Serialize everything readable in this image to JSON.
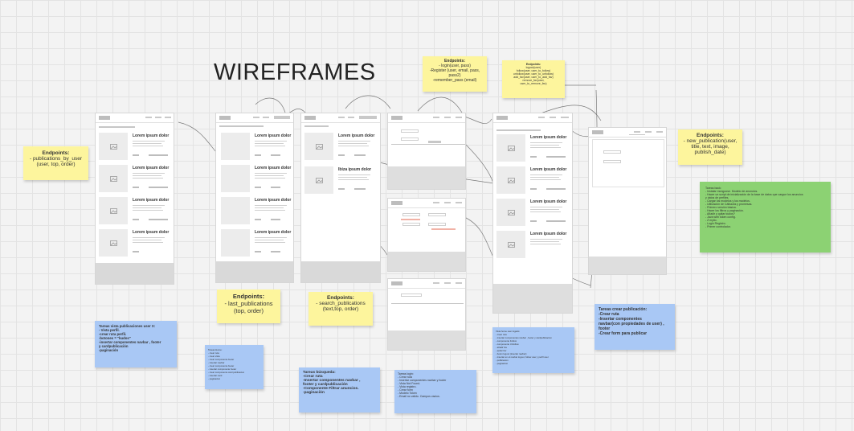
{
  "board": {
    "title": "WIREFRAMES"
  },
  "frames": [
    {
      "id": "f1",
      "cards": [
        "Lorem ipsum dolor",
        "Lorem ipsum dolor",
        "Lorem ipsum dolor",
        "Lorem ipsum dolor"
      ]
    },
    {
      "id": "f2",
      "cards": [
        "Lorem ipsum dolor",
        "Lorem ipsum dolor",
        "Lorem ipsum dolor",
        "Lorem ipsum dolor"
      ]
    },
    {
      "id": "f3",
      "cards": [
        "Lorem ipsum dolor",
        "Ibiza ipsum dolor"
      ]
    },
    {
      "id": "f5",
      "cards": [
        "Lorem ipsum dolor",
        "Lorem ipsum dolor",
        "Lorem ipsum dolor",
        "Lorem ipsum dolor"
      ]
    }
  ],
  "stickies": {
    "endpoints_user": {
      "title": "Endpoints:",
      "body": "- publications_by_user\n(user, top, order)"
    },
    "endpoints_last": {
      "title": "Endpoints:",
      "body": "- last_publications\n(top, order)"
    },
    "endpoints_search": {
      "title": "Endpoints:",
      "body": "- search_publications\n(text,top, order)"
    },
    "endpoints_auth": {
      "title": "Endpoints:",
      "body": "- login(user, pass)\n-Register (user, email, pass,\npass2)\n-remember_pass (email)"
    },
    "endpoints_social": {
      "title": "Endpoints:",
      "body": "logout(user)\nfollow(user, user_to_follow)\nunfollow(user, user_to_unfollow)\nadd_fav(user, user_to_add_fav)\nremove_fav(user,\nuser_to_remove_fav)"
    },
    "endpoints_new": {
      "title": "Endpoints:",
      "body": "- new_publication(user,\ntitle, text, image,\npublish_date)"
    },
    "tareas_user": {
      "title": "",
      "body": "Tareas vista publicaciones user X:\n- Vista perfil.\n-crear ruta perfil.\n-botones = \"kudos\"\n-insertar componentes navbar , footer\ny cardpublicación\n-paginación"
    },
    "tareas_home": {
      "title": "",
      "body": "Tareas Home:\n- crear ruta\n- crear vista\n- crear componente footer\n- insertar navbar\n- crear componente footer\n- insertar componente footer\n- crear componente card publicacion\n- insertar card\n- paginacion"
    },
    "tareas_busqueda": {
      "title": "",
      "body": "Tareas búsqueda:\n-Crear ruta\n-Insertar componentes navbar ,\nfooter y cardpublicación\n-Componente Filtrar anuncios.\n-paginación"
    },
    "tareas_login": {
      "title": "",
      "body": "Tareas login:\n- Crear ruta\n- Insertar componentes navbar y footer\n- Vista Not Found.\n- Vista registro.\n- Crear form\n- Modelo Token\n- Email no valido. Campos vacios."
    },
    "tareas_logged": {
      "title": "",
      "body": "Vista home user logado:\n- crear ruta\n- insertar componentes navbar , footer y cardpublicacion\n- componente Follow\n- componente Unfollow\n- añadir fav\n- quitar fav\n- boton logout (insertar navbar)\n- insertar en el navbar logout, follow user y perfil user\n- publicacion\n- paginacion"
    },
    "tareas_crear": {
      "title": "",
      "body": "Tareas crear publicación:\n-Crear ruta\n-Insertar componentes\nnavbar(con propiedades de user) ,\nfooter\n-Crear form para publicar"
    },
    "tareas_backend": {
      "title": "",
      "body": "Tareas back:\n- Instalar mongoose. Modelo de anuncios.\n- Hacer un script de inicialización de la base de datos que cargue los anuncios\n  y datos de perfiles.\n- Cargar los modelos y los modelos.\n- Utilización de Cálbacks y promesas.\n- Primero versión básica.\n- Hacer los filtros y paginación.\n- Añadir y quitar kudos?\n- Java web token config.\n- Z mytio.\n- Login Registro.\n- Primer controlador."
    }
  },
  "colors": {
    "yellow": "#fdf59d",
    "blue": "#a9c8f5",
    "green": "#8cd273"
  },
  "icons": [
    "image-placeholder-icon"
  ]
}
